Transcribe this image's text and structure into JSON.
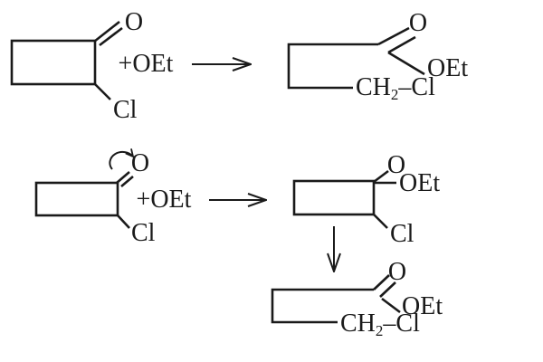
{
  "background": "#ffffff",
  "colors": {
    "ink": "#1a1a1a"
  },
  "scheme1": {
    "reactant": {
      "carbonyl_o": "O",
      "chloro": "Cl"
    },
    "reagent": "+OEt",
    "product": {
      "carbonyl_o": "O",
      "ester_o": "OEt",
      "ch2cl_pre": "CH",
      "ch2cl_sub": "2",
      "ch2cl_post": "–Cl"
    }
  },
  "scheme2": {
    "reactant": {
      "carbonyl_o": "O",
      "chloro": "Cl"
    },
    "reagent": "+OEt",
    "intermediate": {
      "top_o": "O",
      "ester_o": "OEt",
      "chloro": "Cl"
    },
    "product": {
      "carbonyl_o": "O",
      "ester_o": "OEt",
      "ch2cl_pre": "CH",
      "ch2cl_sub": "2",
      "ch2cl_post": "–Cl"
    }
  }
}
